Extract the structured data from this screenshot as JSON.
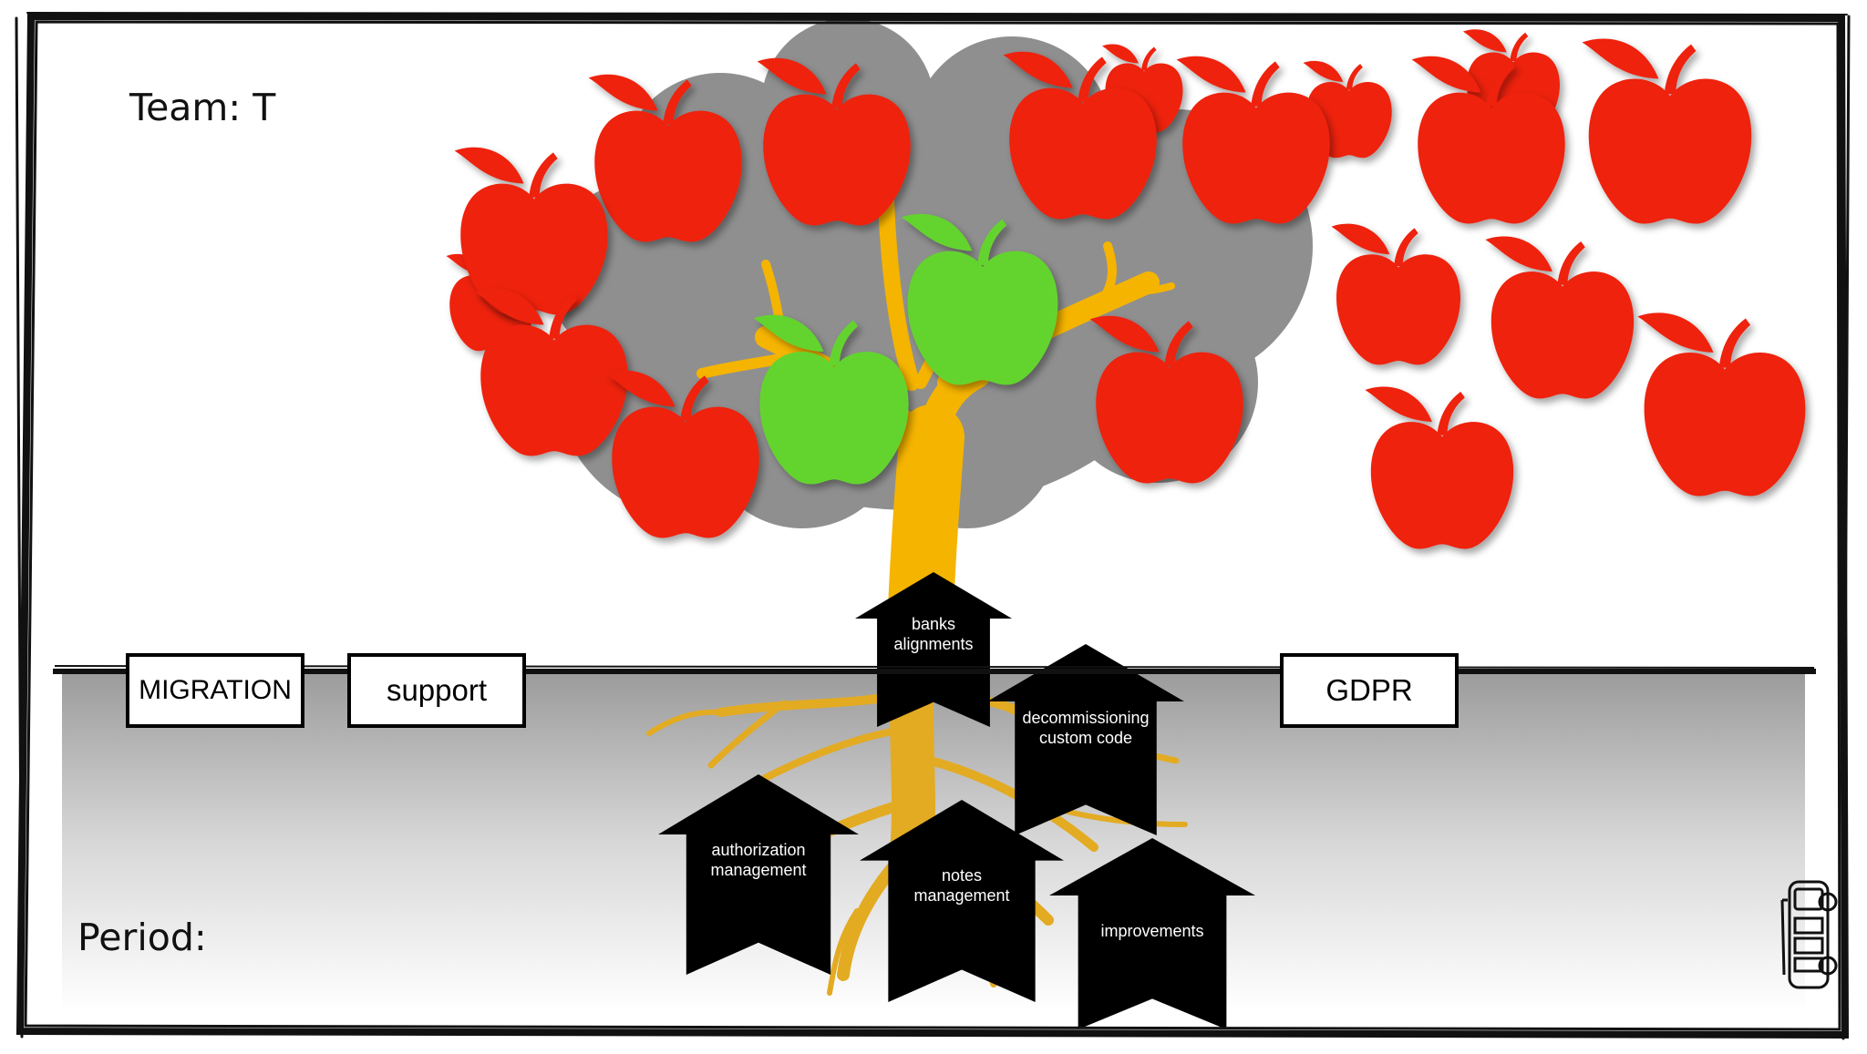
{
  "team": {
    "label": "Team: T"
  },
  "period": {
    "label": "Period:"
  },
  "boxes": [
    {
      "id": "migration",
      "label": "MIGRATION"
    },
    {
      "id": "support",
      "label": "support"
    },
    {
      "id": "gdpr",
      "label": "GDPR"
    }
  ],
  "arrows": [
    {
      "id": "banks-alignments",
      "lines": [
        "banks",
        "alignments"
      ]
    },
    {
      "id": "decommissioning",
      "lines": [
        "decommissioning",
        "custom code"
      ]
    },
    {
      "id": "authorization",
      "lines": [
        "authorization",
        "management"
      ]
    },
    {
      "id": "notes",
      "lines": [
        "notes",
        "management"
      ]
    },
    {
      "id": "improvements",
      "lines": [
        "improvements"
      ]
    }
  ],
  "apples": {
    "red_count": 18,
    "green_count": 2
  },
  "colors": {
    "apple_red": "#ee220f",
    "apple_green": "#63d42f",
    "tree_trunk": "#f5b400",
    "roots": "#e3ab22",
    "canopy": "#8f8f8f",
    "ground_top": "#9b9b9b",
    "ground_bottom": "#ffffff",
    "arrow": "#000000",
    "frame": "#111111"
  },
  "icons": {
    "van": "van-icon"
  }
}
